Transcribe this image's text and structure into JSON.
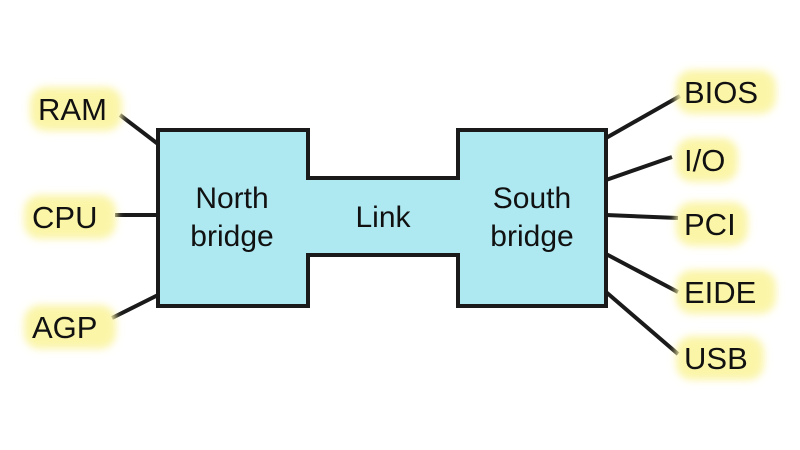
{
  "colors": {
    "chip_fill": "#aee9f2",
    "outline": "#1a1a1a",
    "label_glow": "#fbf5a8"
  },
  "north_bridge": {
    "line1": "North",
    "line2": "bridge"
  },
  "link": {
    "label": "Link"
  },
  "south_bridge": {
    "line1": "South",
    "line2": "bridge"
  },
  "left_ports": [
    "RAM",
    "CPU",
    "AGP"
  ],
  "right_ports": [
    "BIOS",
    "I/O",
    "PCI",
    "EIDE",
    "USB"
  ]
}
